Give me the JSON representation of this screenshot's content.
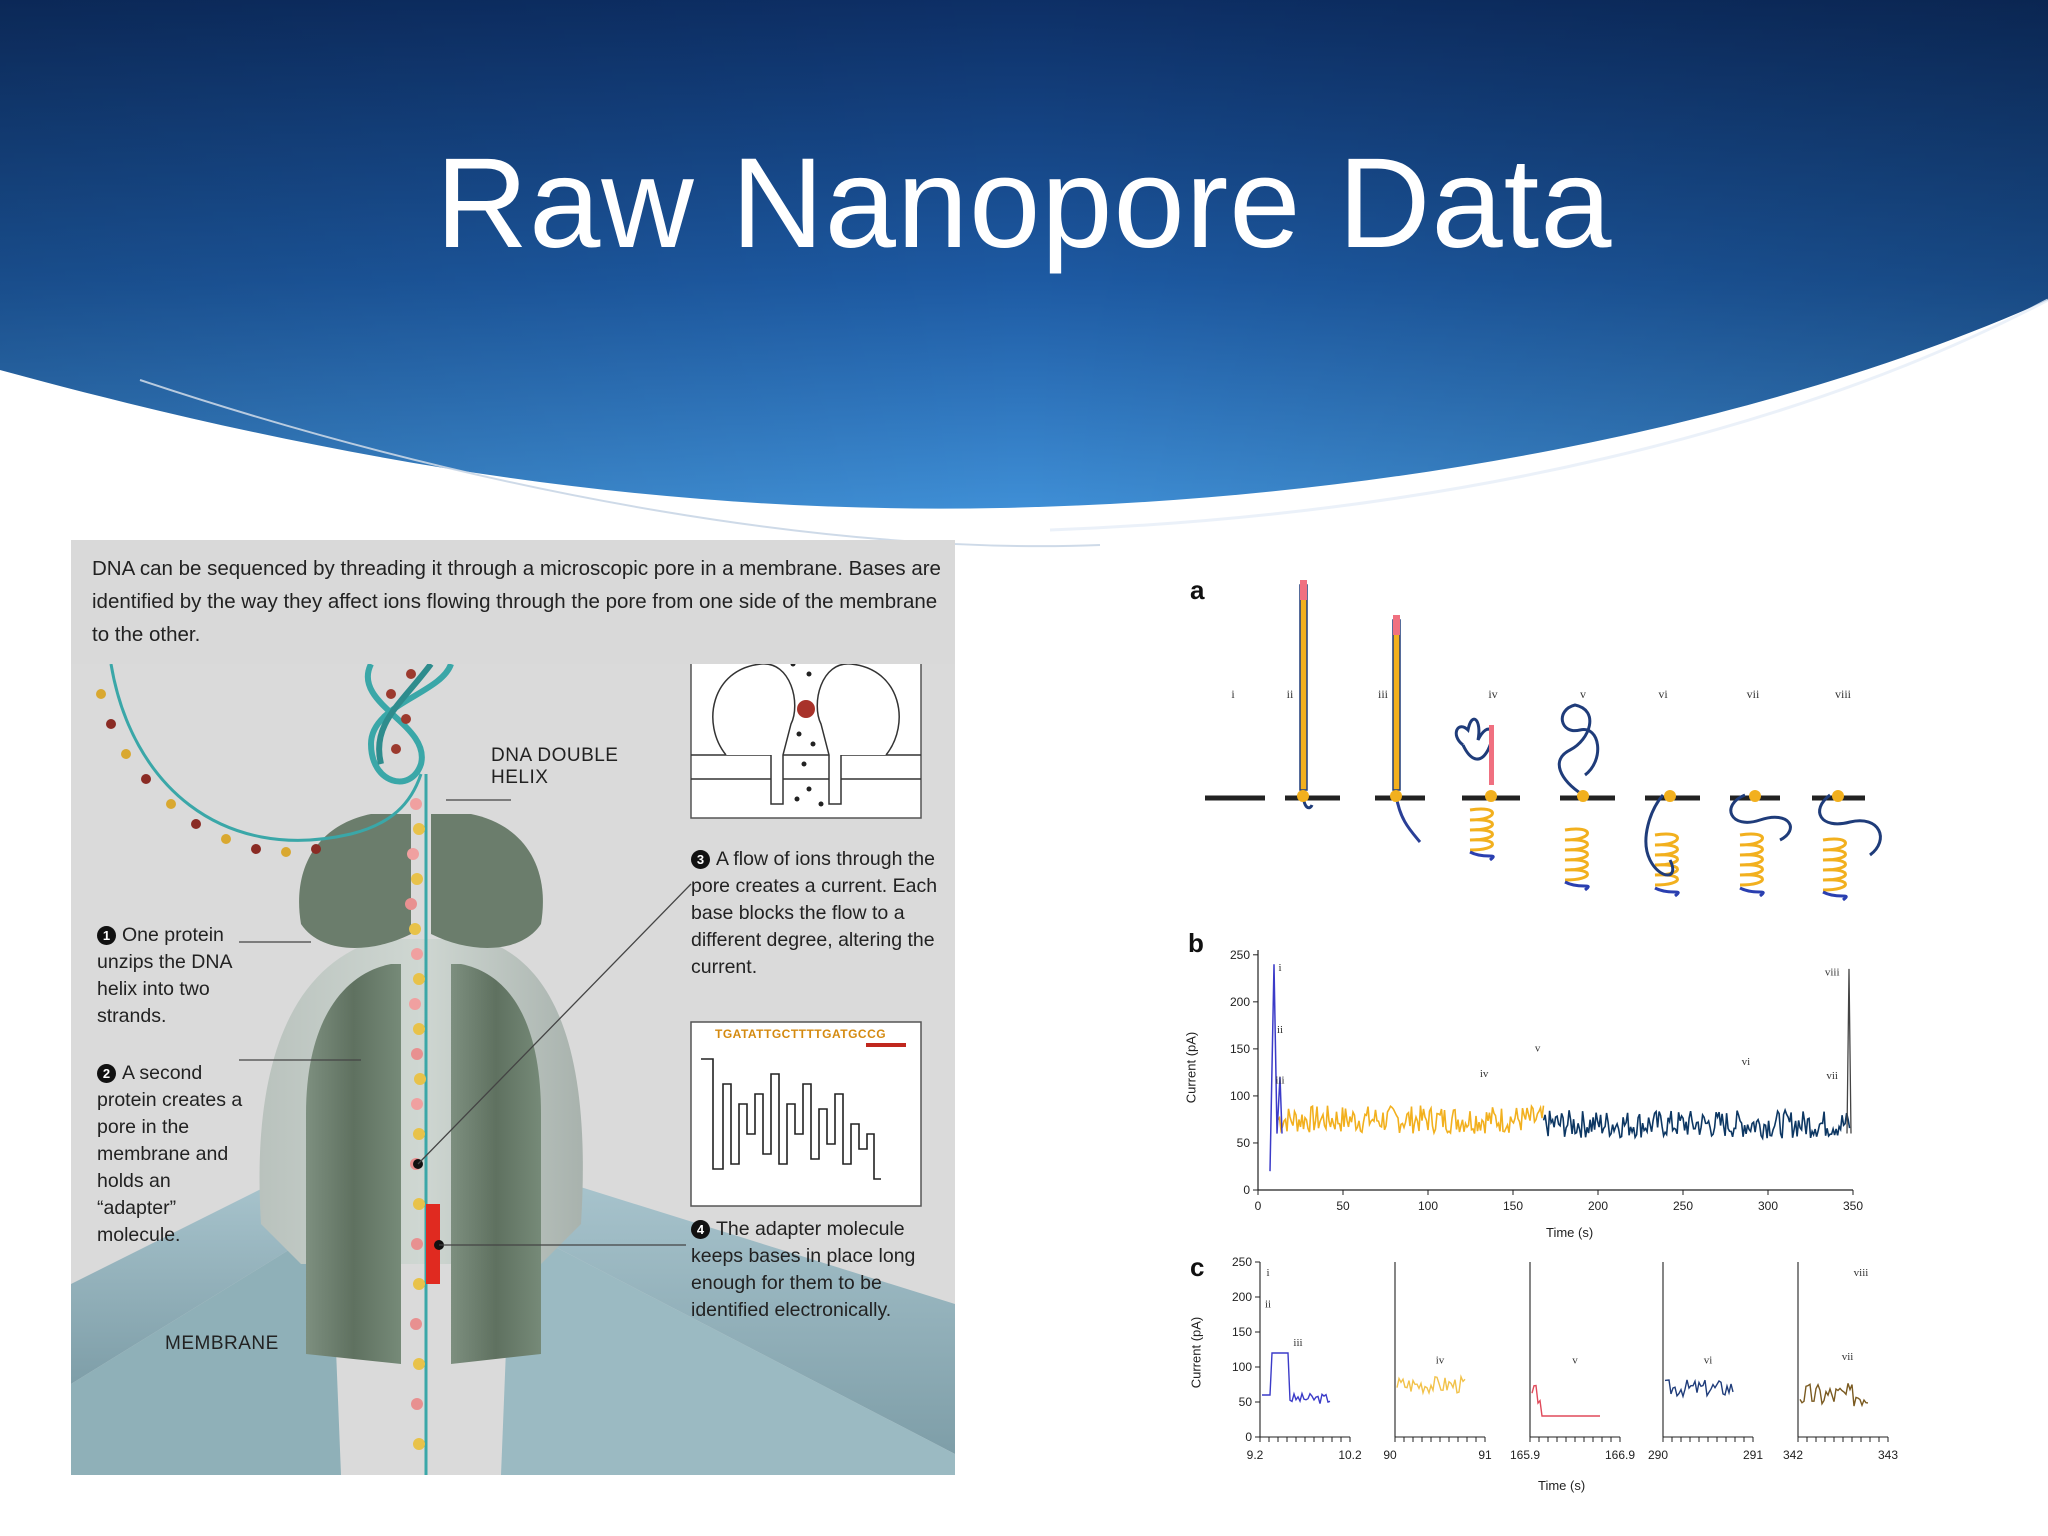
{
  "slide": {
    "title": "Raw Nanopore Data",
    "colors": {
      "header_dark": "#0f3a7a",
      "header_light": "#3a86cf",
      "accent_orange": "#f5b021",
      "accent_navy": "#0d3763"
    }
  },
  "left_panel": {
    "intro": "DNA can be sequenced by threading it through a microscopic pore in a membrane. Bases are identified by the way they affect ions flowing through the pore from one side of the membrane to the other.",
    "labels": {
      "helix": "DNA DOUBLE HELIX",
      "membrane": "MEMBRANE"
    },
    "steps": [
      {
        "num": "1",
        "text": "One protein unzips the DNA helix into two strands."
      },
      {
        "num": "2",
        "text": "A second protein creates a pore in the membrane and holds an “adapter” molecule."
      },
      {
        "num": "3",
        "text": "A flow of ions through the pore creates a current. Each base blocks the flow to a different degree, altering the current."
      },
      {
        "num": "4",
        "text": "The adapter molecule keeps bases in place long enough for them to be identified electronically."
      }
    ],
    "sequence": "TGATATTGCTTTTGATGCCG"
  },
  "right_figure": {
    "panel_a": {
      "letter": "a",
      "stages": [
        "i",
        "ii",
        "iii",
        "iv",
        "v",
        "vi",
        "vii",
        "viii"
      ]
    },
    "panel_b": {
      "letter": "b",
      "ylabel": "Current (pA)",
      "xlabel": "Time (s)",
      "yticks": [
        "0",
        "50",
        "100",
        "150",
        "200",
        "250"
      ],
      "xticks": [
        "0",
        "50",
        "100",
        "150",
        "200",
        "250",
        "300",
        "350"
      ],
      "annotations": [
        "i",
        "ii",
        "iii",
        "iv",
        "v",
        "vi",
        "vii",
        "viii"
      ]
    },
    "panel_c": {
      "letter": "c",
      "ylabel": "Current (pA)",
      "xlabel": "Time (s)",
      "yticks": [
        "0",
        "50",
        "100",
        "150",
        "200",
        "250"
      ],
      "subplots": [
        {
          "x_start": "9.2",
          "x_end": "10.2",
          "labels": [
            "i",
            "ii",
            "iii"
          ]
        },
        {
          "x_start": "90",
          "x_end": "91",
          "labels": [
            "iv"
          ]
        },
        {
          "x_start": "165.9",
          "x_end": "166.9",
          "labels": [
            "v"
          ]
        },
        {
          "x_start": "290",
          "x_end": "291",
          "labels": [
            "vi"
          ]
        },
        {
          "x_start": "342",
          "x_end": "343",
          "labels": [
            "viii",
            "vii"
          ]
        }
      ]
    }
  }
}
